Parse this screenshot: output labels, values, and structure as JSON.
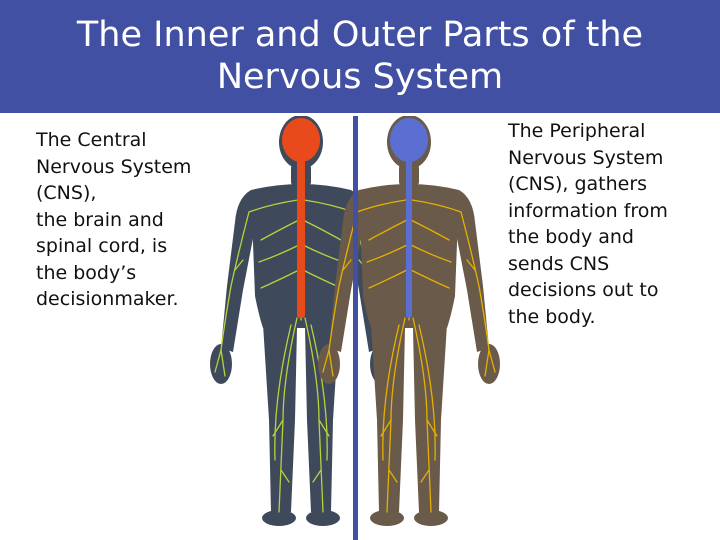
{
  "slide": {
    "title_lines": [
      "The Inner and Outer Parts of the",
      "Nervous System"
    ],
    "accent_color": "#4150a3"
  },
  "left_panel": {
    "lines": [
      "The Central",
      "Nervous System",
      "(CNS),",
      "the brain and",
      "spinal cord, is",
      "the body’s",
      "decisionmaker."
    ]
  },
  "right_panel": {
    "lines": [
      "The Peripheral",
      "Nervous System",
      "(CNS), gathers",
      "information from",
      "the body and",
      "sends CNS",
      "decisions out to",
      "the body."
    ]
  },
  "illustration": {
    "name": "two-body-nervous-system-illustration",
    "colors": {
      "body_skin": "#3e4a5c",
      "cns_highlight": "#e84a1c",
      "pns_nerves": "#e6b000",
      "left_nerves": "#b8d23a",
      "right_brain": "#5a6fd1",
      "divider": "#4150a3"
    }
  }
}
